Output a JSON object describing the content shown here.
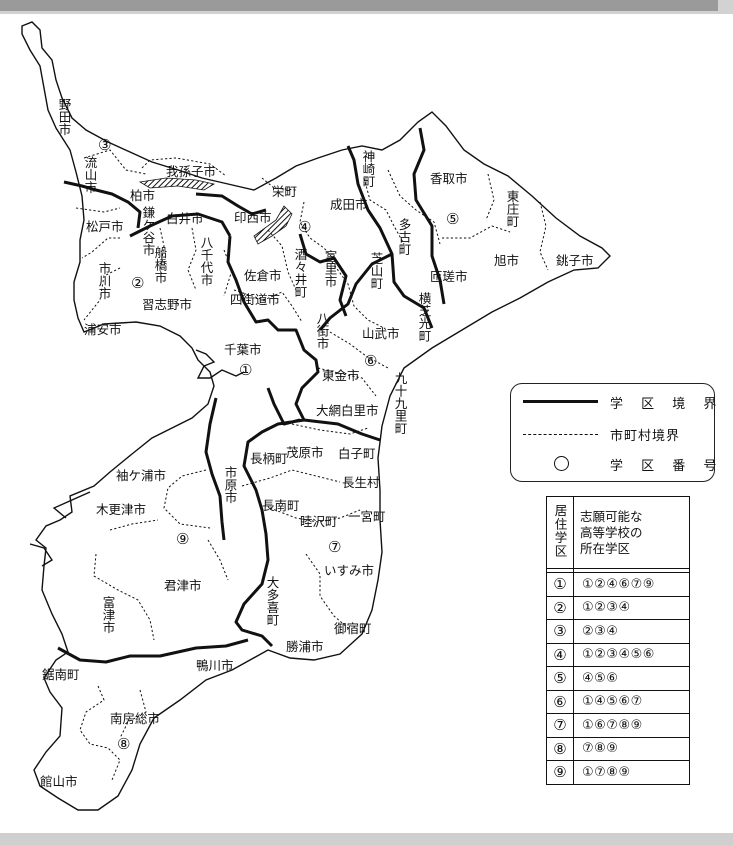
{
  "municipalities": {
    "noda": "野田市",
    "nagareyama": "流山市",
    "kashiwa": "柏市",
    "abiko": "我孫子市",
    "matsudo": "松戸市",
    "kamagaya": "鎌ケ谷市",
    "ichikawa": "市川市",
    "funabashi": "船橋市",
    "shiroi": "白井市",
    "yachiyo": "八千代市",
    "inzai": "印西市",
    "sakae": "栄町",
    "narita": "成田市",
    "kozaki": "神崎町",
    "katori": "香取市",
    "tonosho": "東庄町",
    "choshi": "銚子市",
    "asahi": "旭市",
    "tako": "多古町",
    "sosa": "匝瑳市",
    "shibayama": "芝山町",
    "tomisato": "富里市",
    "shisui": "酒々井町",
    "sakura": "佐倉市",
    "yotsukaido": "四街道市",
    "narashino": "習志野市",
    "urayasu": "浦安市",
    "chiba": "千葉市",
    "yachimata": "八街市",
    "yokoshibahikari": "横芝光町",
    "sanmu": "山武市",
    "togane": "東金市",
    "kujukuri": "九十九里町",
    "oamishirasato": "大網白里市",
    "mobara": "茂原市",
    "shirako": "白子町",
    "nagara": "長柄町",
    "chosei": "長生村",
    "ichihara": "市原市",
    "sodegaura": "袖ケ浦市",
    "kisarazu": "木更津市",
    "nanan": "長南町",
    "mutsuzawa": "睦沢町",
    "ichinomiya": "一宮町",
    "isumi": "いすみ市",
    "kimitsu": "君津市",
    "futtsu": "富津市",
    "otaki": "大多喜町",
    "onjuku": "御宿町",
    "katsuura": "勝浦市",
    "kamogawa": "鴨川市",
    "kyonan": "鋸南町",
    "minamiboso": "南房総市",
    "tateyama": "館山市"
  },
  "district_numbers": [
    "①",
    "②",
    "③",
    "④",
    "⑤",
    "⑥",
    "⑦",
    "⑧",
    "⑨"
  ],
  "legend": {
    "district_boundary": "学 区 境 界",
    "municipal_boundary": "市町村境界",
    "district_number": "学 区 番 号"
  },
  "table": {
    "header_residence": "居住学区",
    "header_schools": [
      "志願可能な",
      "高等学校の",
      "所在学区"
    ],
    "rows": [
      {
        "district": "①",
        "schools": "①②④⑥⑦⑨"
      },
      {
        "district": "②",
        "schools": "①②③④"
      },
      {
        "district": "③",
        "schools": "②③④"
      },
      {
        "district": "④",
        "schools": "①②③④⑤⑥"
      },
      {
        "district": "⑤",
        "schools": "④⑤⑥"
      },
      {
        "district": "⑥",
        "schools": "①④⑤⑥⑦"
      },
      {
        "district": "⑦",
        "schools": "①⑥⑦⑧⑨"
      },
      {
        "district": "⑧",
        "schools": "⑦⑧⑨"
      },
      {
        "district": "⑨",
        "schools": "①⑦⑧⑨"
      }
    ]
  },
  "colors": {
    "ink": "#111111",
    "top_bar": "#9a9a9a",
    "frame": "#d2d2d2"
  }
}
